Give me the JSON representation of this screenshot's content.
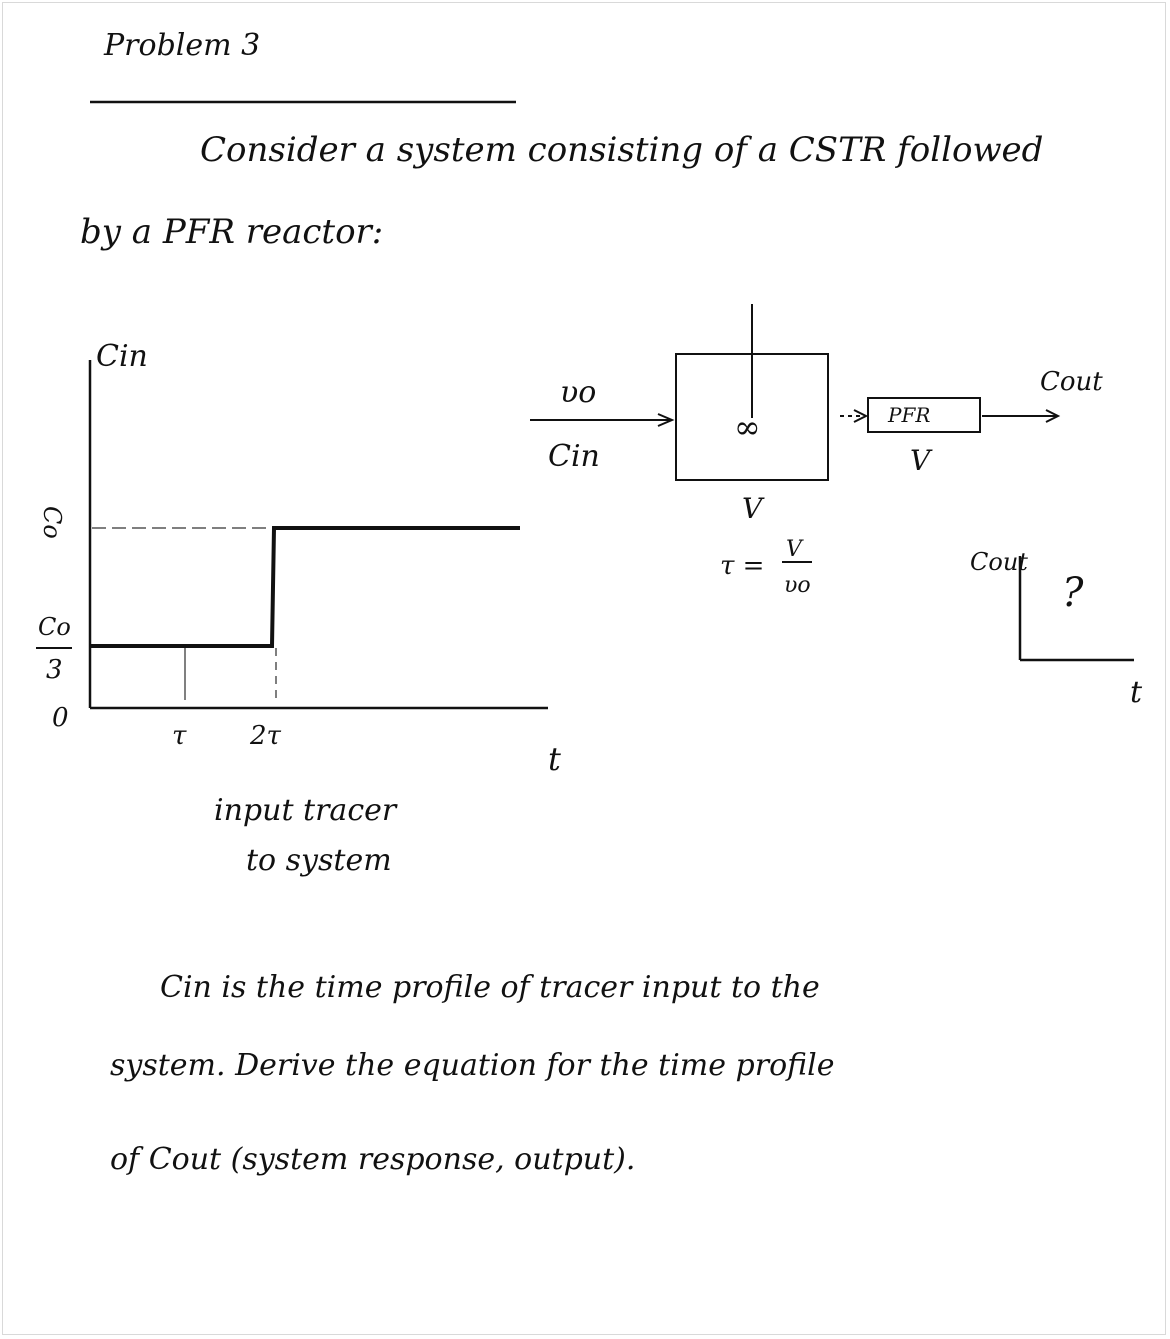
{
  "page": {
    "title": "Problem 3",
    "intro_line1": "Consider a system consisting of a CSTR followed",
    "intro_line2": "by a PFR reactor:"
  },
  "input_plot": {
    "y_label": "Cin",
    "y_ticks": {
      "high": "Co",
      "low_num": "Co",
      "low_den": "3"
    },
    "x_ticks": {
      "origin": "0",
      "tau": "τ",
      "two_tau": "2τ"
    },
    "x_label": "t",
    "caption_line1": "input tracer",
    "caption_line2": "to system"
  },
  "process_diagram": {
    "inlet_flow": "υo",
    "inlet_conc": "Cin",
    "cstr_volume": "V",
    "residence_time": "τ = V/υo",
    "tau_lhs": "τ =",
    "tau_num": "V",
    "tau_den": "υo",
    "pfr_label": "PFR",
    "pfr_volume": "V",
    "outlet_conc": "Cout",
    "stirrer_symbol": "∞"
  },
  "output_plot": {
    "y_label": "Cout",
    "unknown": "?",
    "x_label": "t"
  },
  "question": {
    "line1": "Cin is the time profile of tracer input to the",
    "line2": "system. Derive the equation for the time profile",
    "line3": "of Cout (system response, output)."
  },
  "chart_data": {
    "type": "line",
    "title": "",
    "xlabel": "t",
    "ylabel": "Cin",
    "x_ticks": [
      "0",
      "τ",
      "2τ"
    ],
    "y_ticks": [
      "Co/3",
      "Co"
    ],
    "series": [
      {
        "x": [
          "0",
          "2τ",
          "2τ",
          "t_end"
        ],
        "y": [
          "Co/3",
          "Co/3",
          "Co",
          "Co"
        ]
      }
    ]
  }
}
